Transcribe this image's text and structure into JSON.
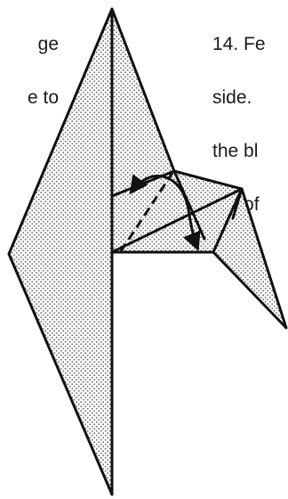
{
  "instructions": {
    "left_lines": [
      "ge",
      "e to"
    ],
    "right_lines": [
      "14. Fe",
      "side.",
      "the bl",
      "top of"
    ]
  },
  "colors": {
    "paper_fill": "#e6e6e6",
    "dot_color": "#6b6b6b",
    "line_color": "#111111"
  }
}
